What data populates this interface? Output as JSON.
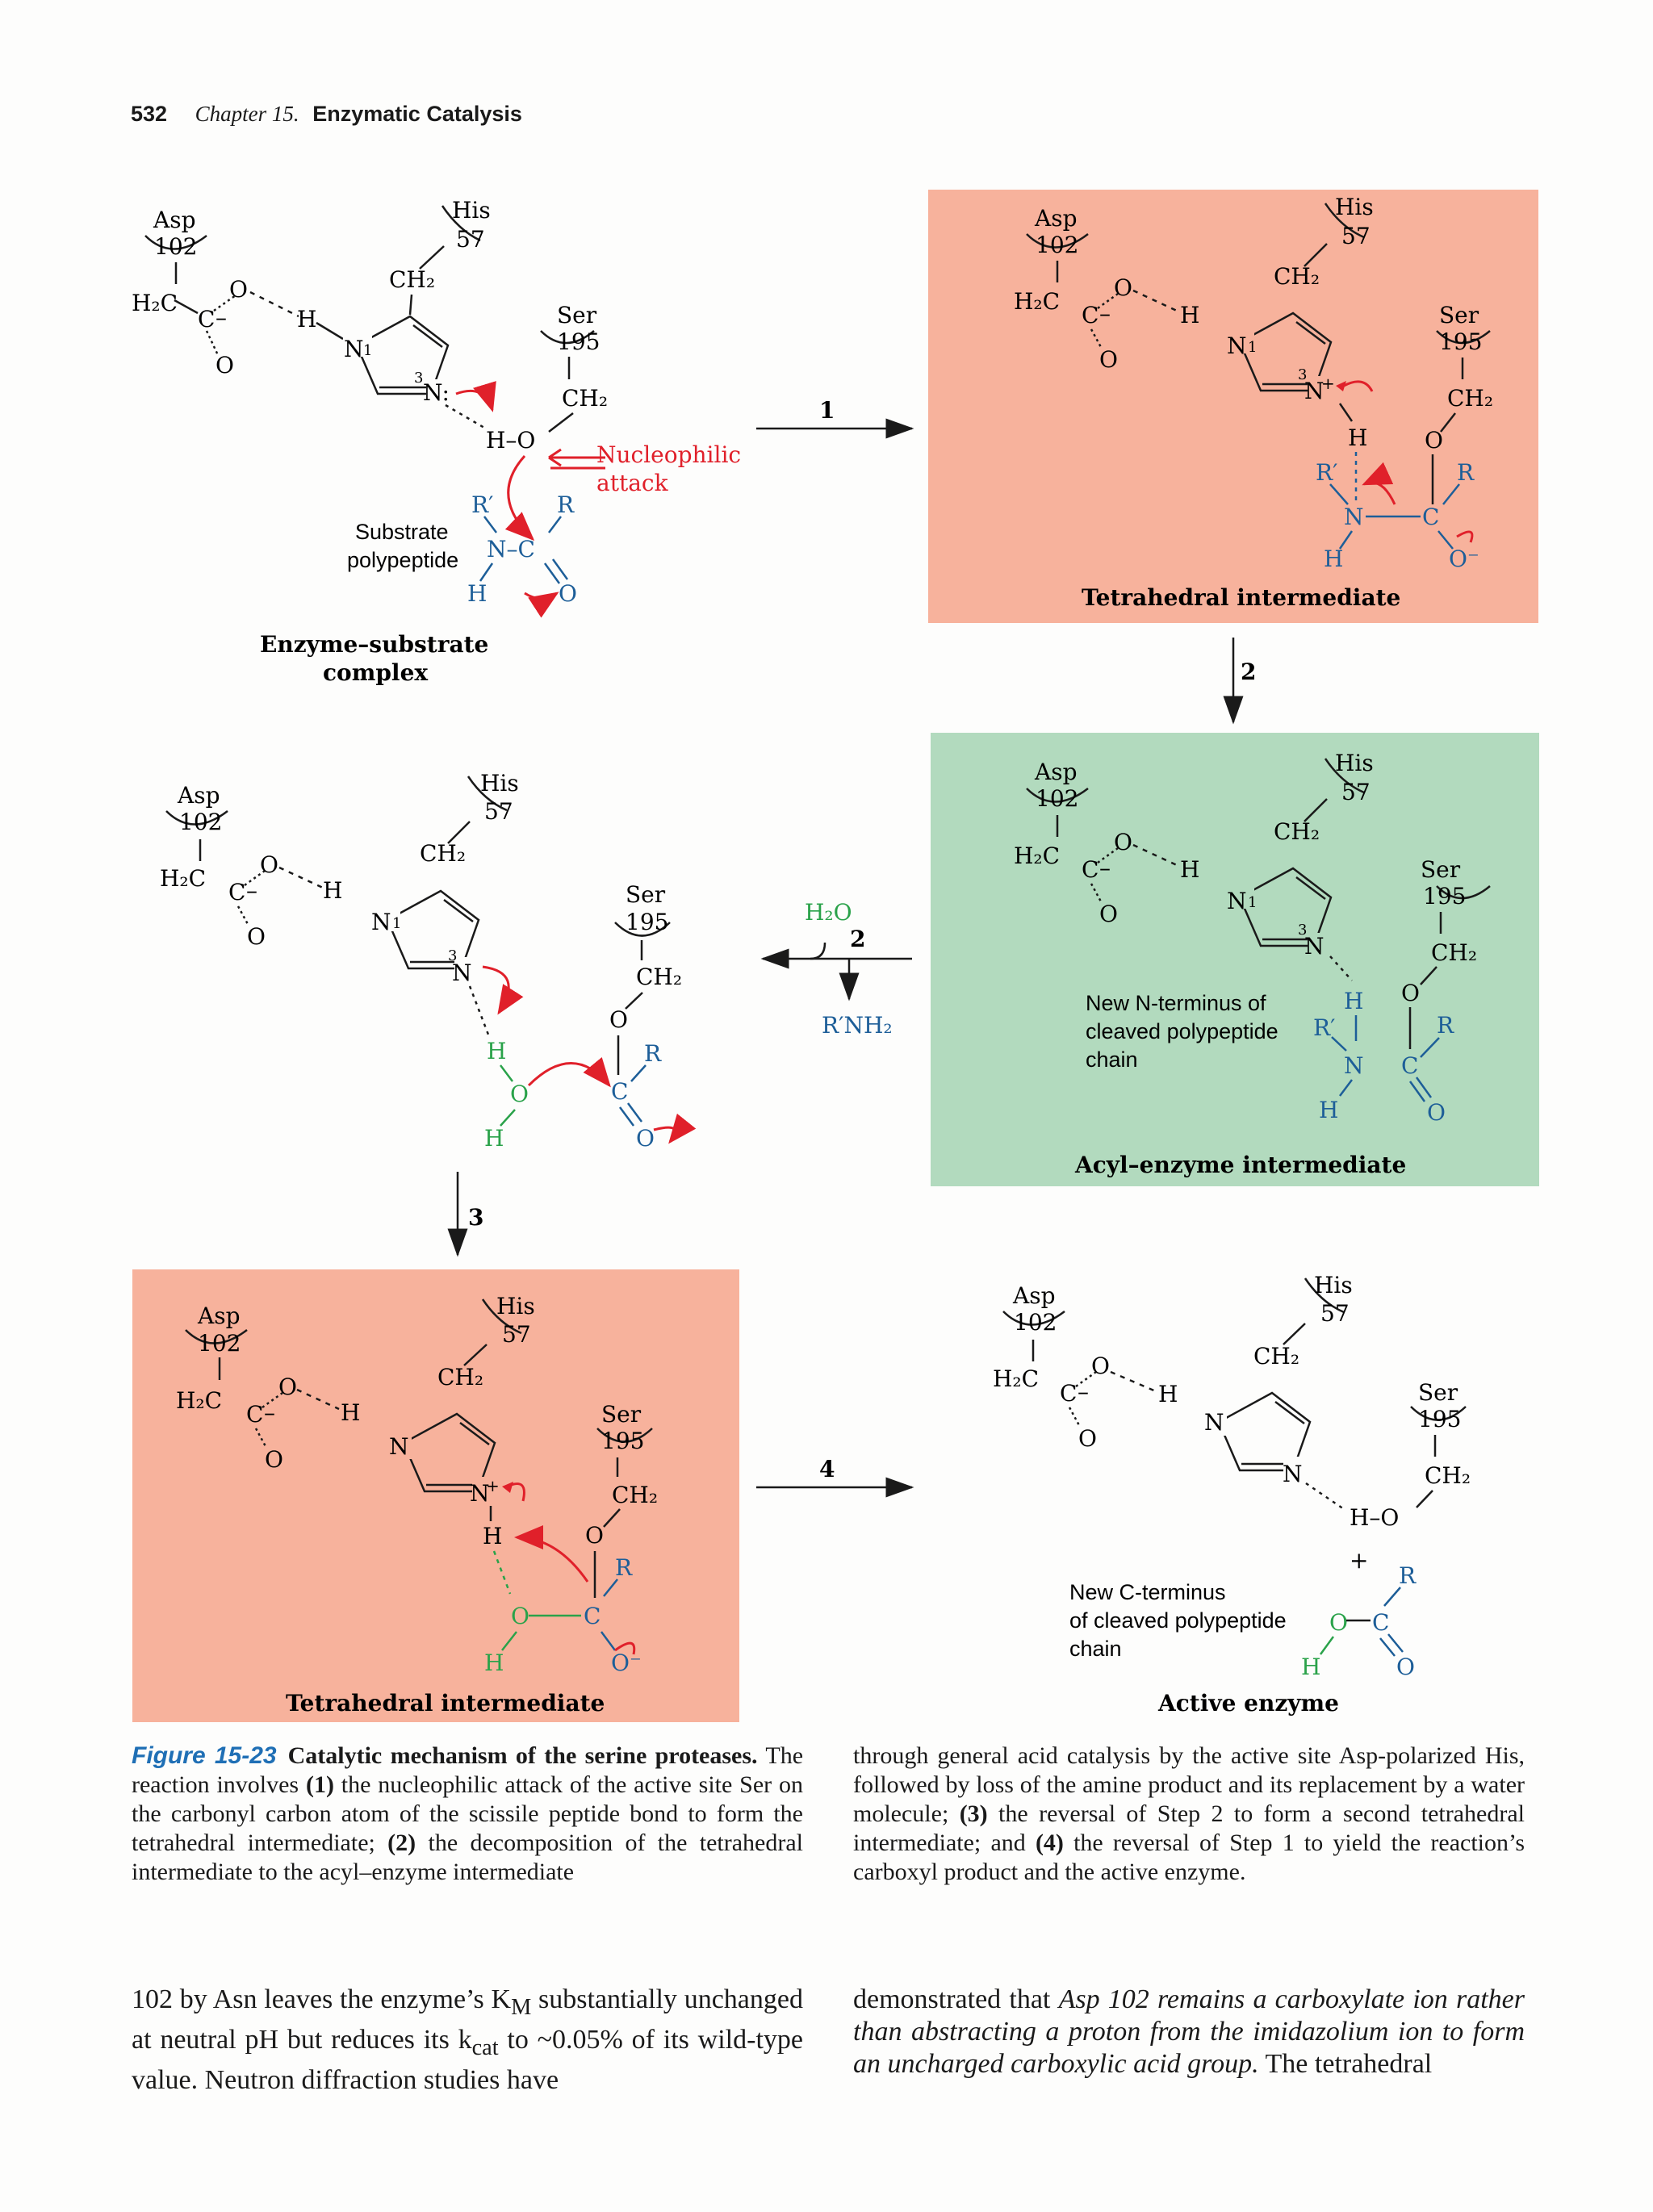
{
  "header": {
    "page_number": "532",
    "chapter": "Chapter 15.",
    "chapter_title": "Enzymatic Catalysis"
  },
  "residues": {
    "asp": "Asp",
    "asp_num": "102",
    "his": "His",
    "his_num": "57",
    "ser": "Ser",
    "ser_num": "195"
  },
  "labels": {
    "nucleophilic": "Nucleophilic",
    "attack": "attack",
    "substrate_line1": "Substrate",
    "substrate_line2": "polypeptide",
    "es_complex_line1": "Enzyme–substrate",
    "es_complex_line2": "complex",
    "tetrahedral": "Tetrahedral intermediate",
    "acyl_enzyme": "Acyl–enzyme intermediate",
    "active_enzyme": "Active enzyme",
    "new_n_line1": "New N-terminus of",
    "new_n_line2": "cleaved polypeptide",
    "new_n_line3": "chain",
    "new_c_line1": "New C-terminus",
    "new_c_line2": "of cleaved polypeptide",
    "new_c_line3": "chain",
    "water": "H₂O",
    "amine": "R′NH₂",
    "plus": "+"
  },
  "steps": {
    "s1": "1",
    "s2a": "2",
    "s2b": "2",
    "s3": "3",
    "s4": "4"
  },
  "colors": {
    "tetra_bg": "#f7b29c",
    "acyl_bg": "#b2dabe",
    "red": "#e0202a",
    "blue": "#1d5e98",
    "green": "#2aa24a",
    "caption_blue": "#1f6fb5"
  },
  "caption": {
    "fig_number": "Figure 15-23",
    "fig_title": "Catalytic mechanism of the serine proteases.",
    "col1_a": "The reaction involves ",
    "n1": "(1)",
    "col1_b": " the nucleophilic attack of the active site Ser on the carbonyl carbon atom of the scissile peptide bond to form the tetrahedral intermediate; ",
    "n2": "(2)",
    "col1_c": " the decomposition of the tetrahedral intermediate to the acyl–enzyme intermediate",
    "col2_a": "through general acid catalysis by the active site Asp-polarized His, followed by loss of the amine product and its replacement by a water molecule; ",
    "n3": "(3)",
    "col2_b": " the reversal of Step 2 to form a second tetrahedral intermediate; and ",
    "n4": "(4)",
    "col2_c": " the reversal of Step 1 to yield the reaction’s carboxyl product and the active enzyme."
  },
  "body": {
    "col1": "102 by Asn leaves the enzyme’s K",
    "col1_sub": "M",
    "col1_b": " substantially unchanged at neutral pH but reduces its k",
    "col1_sub2": "cat",
    "col1_c": " to ~0.05% of its wild-type value. Neutron diffraction studies have",
    "col2_a": "demonstrated that ",
    "col2_italic": "Asp 102 remains a carboxylate ion rather than abstracting a proton from the imidazolium ion to form an uncharged carboxylic acid group.",
    "col2_b": " The tetrahedral"
  }
}
